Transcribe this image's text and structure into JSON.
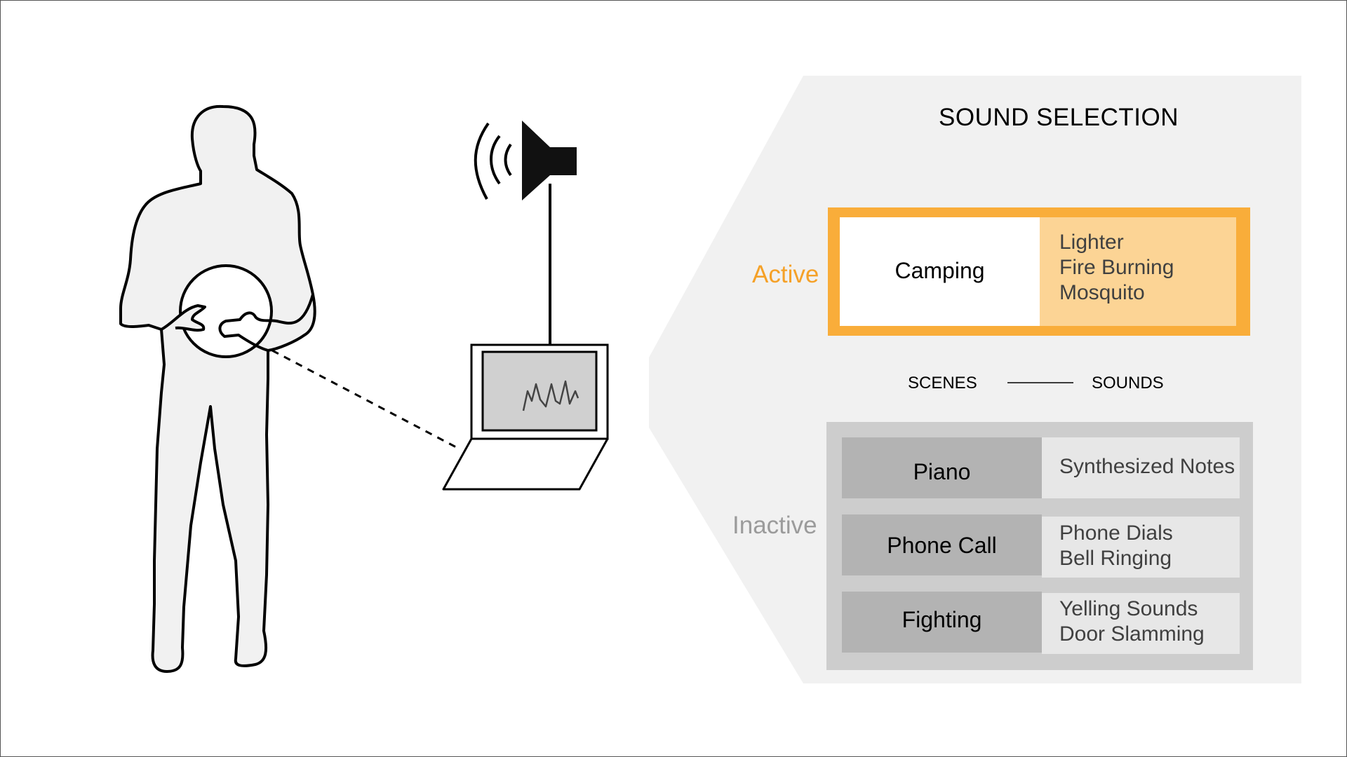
{
  "panel": {
    "title": "SOUND SELECTION",
    "active_label": "Active",
    "inactive_label": "Inactive",
    "scenes_header": "SCENES",
    "sounds_header": "SOUNDS"
  },
  "active_scene": {
    "name": "Camping",
    "sounds": [
      "Lighter",
      "Fire Burning",
      "Mosquito"
    ]
  },
  "inactive_scenes": [
    {
      "name": "Piano",
      "sounds": [
        "Synthesized Notes"
      ]
    },
    {
      "name": "Phone Call",
      "sounds": [
        "Phone Dials",
        "Bell Ringing"
      ]
    },
    {
      "name": "Fighting",
      "sounds": [
        "Yelling Sounds",
        "Door Slamming"
      ]
    }
  ],
  "icons": [
    "person-holding-ball-icon",
    "speaker-icon",
    "sound-waves-icon",
    "laptop-icon",
    "waveform-icon"
  ],
  "colors": {
    "active_accent": "#f9ad3a",
    "active_sounds_bg": "#fcd495",
    "inactive_label": "#9b9b9b",
    "panel_bg": "#f1f1f1",
    "inactive_box_bg": "#cdcdcd",
    "inactive_scene_bg": "#b3b3b3",
    "inactive_sounds_bg": "#e7e7e7"
  }
}
